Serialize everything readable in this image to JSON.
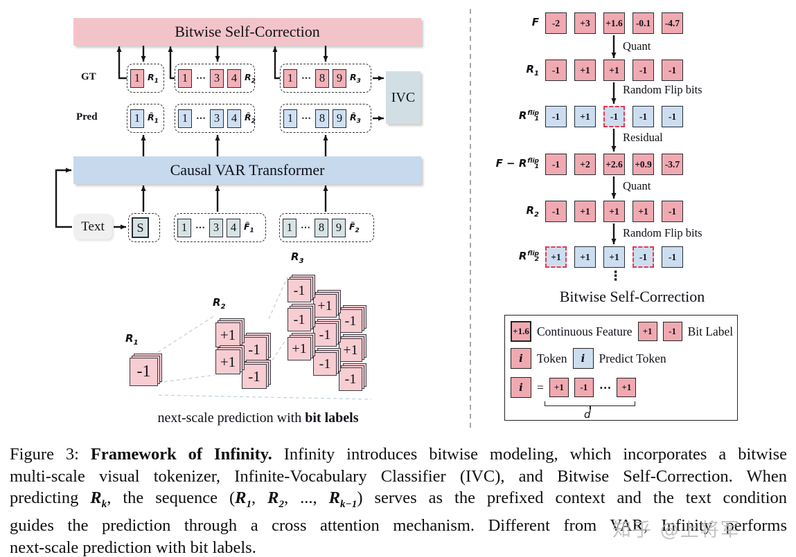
{
  "figure": {
    "left": {
      "bsc_banner": "Bitwise Self-Correction",
      "cvt_banner": "Causal VAR Transformer",
      "gt_label": "GT",
      "pred_label": "Pred",
      "ivc_label": "IVC",
      "text_label": "Text",
      "gt_groups": [
        {
          "cells": [
            "1"
          ],
          "label": "R",
          "sub": "1"
        },
        {
          "cells": [
            "1",
            "⋯",
            "3",
            "4"
          ],
          "label": "R",
          "sub": "2"
        },
        {
          "cells": [
            "1",
            "⋯",
            "8",
            "9"
          ],
          "label": "R",
          "sub": "3"
        }
      ],
      "pred_groups": [
        {
          "cells": [
            "1"
          ],
          "label": "R̂",
          "sub": "1"
        },
        {
          "cells": [
            "1",
            "⋯",
            "3",
            "4"
          ],
          "label": "R̂",
          "sub": "2"
        },
        {
          "cells": [
            "1",
            "⋯",
            "8",
            "9"
          ],
          "label": "R̂",
          "sub": "3"
        }
      ],
      "input_groups": [
        {
          "cells": [
            "S"
          ],
          "label": "",
          "sub": ""
        },
        {
          "cells": [
            "1",
            "⋯",
            "3",
            "4"
          ],
          "label": "F̃",
          "sub": "1"
        },
        {
          "cells": [
            "1",
            "⋯",
            "8",
            "9"
          ],
          "label": "F̃",
          "sub": "2"
        }
      ],
      "pyramid": {
        "scales": [
          {
            "label": "R",
            "sub": "1",
            "cols": [
              [
                "-1"
              ]
            ]
          },
          {
            "label": "R",
            "sub": "2",
            "cols": [
              [
                "+1",
                "+1"
              ],
              [
                "-1",
                "-1"
              ]
            ]
          },
          {
            "label": "R",
            "sub": "3",
            "cols": [
              [
                "-1",
                "-1",
                "+1"
              ],
              [
                "+1",
                "-1",
                "-1"
              ],
              [
                "-1",
                "+1",
                "-1"
              ]
            ]
          }
        ],
        "caption_prefix": "next-scale prediction with ",
        "caption_bold": "bit labels"
      }
    },
    "right": {
      "rows": [
        {
          "label": "F",
          "sub": "",
          "sup": "",
          "color": "pink",
          "cells": [
            {
              "v": "-2"
            },
            {
              "v": "+3"
            },
            {
              "v": "+1.6"
            },
            {
              "v": "-0.1"
            },
            {
              "v": "-4.7"
            }
          ]
        },
        {
          "label": "R",
          "sub": "1",
          "sup": "",
          "color": "pink",
          "cells": [
            {
              "v": "-1"
            },
            {
              "v": "+1"
            },
            {
              "v": "+1"
            },
            {
              "v": "-1"
            },
            {
              "v": "-1"
            }
          ]
        },
        {
          "label": "R",
          "sub": "1",
          "sup": "flip",
          "color": "blue",
          "cells": [
            {
              "v": "-1"
            },
            {
              "v": "+1"
            },
            {
              "v": "-1",
              "flip": true
            },
            {
              "v": "-1"
            },
            {
              "v": "-1"
            }
          ]
        },
        {
          "label": "F − R",
          "sub": "1",
          "sup": "flip",
          "color": "pink",
          "cells": [
            {
              "v": "-1"
            },
            {
              "v": "+2"
            },
            {
              "v": "+2.6"
            },
            {
              "v": "+0.9"
            },
            {
              "v": "-3.7"
            }
          ]
        },
        {
          "label": "R",
          "sub": "2",
          "sup": "",
          "color": "pink",
          "cells": [
            {
              "v": "-1"
            },
            {
              "v": "+1"
            },
            {
              "v": "+1"
            },
            {
              "v": "+1"
            },
            {
              "v": "-1"
            }
          ]
        },
        {
          "label": "R",
          "sub": "2",
          "sup": "flip",
          "color": "blue",
          "cells": [
            {
              "v": "+1",
              "flip": true
            },
            {
              "v": "+1"
            },
            {
              "v": "+1"
            },
            {
              "v": "-1",
              "flip": true
            },
            {
              "v": "-1"
            }
          ]
        }
      ],
      "step_labels": [
        "Quant",
        "Random Flip bits",
        "Residual",
        "Quant",
        "Random Flip bits"
      ],
      "dots": "⋮",
      "bsc_label": "Bitwise Self-Correction",
      "legend": {
        "feature_cell": "+1.6",
        "feature_label": "Continuous Feature",
        "bit_cells": [
          "+1",
          "-1"
        ],
        "bit_label": "Bit Label",
        "token_cell": "i",
        "token_label": "Token",
        "predict_cell": "i",
        "predict_label": "Predict Token",
        "expand_cell": "i",
        "equals": "=",
        "expand_bits": [
          "+1",
          "-1",
          "⋯",
          "+1"
        ],
        "dim_label": "d"
      }
    }
  },
  "caption": {
    "lines": [
      [
        {
          "t": "Figure 3: "
        },
        {
          "t": "Framework of Infinity.",
          "s": "b"
        },
        {
          "t": " Infinity introduces bitwise modeling, which incorporates a bitwise"
        }
      ],
      [
        {
          "t": "multi-scale visual tokenizer, Infinite-Vocabulary Classifier (IVC), and Bitwise Self-Correction. When"
        }
      ],
      [
        {
          "t": "predicting "
        },
        {
          "t": "R",
          "s": "m"
        },
        {
          "t": "k",
          "s": "msub"
        },
        {
          "t": ", the sequence ("
        },
        {
          "t": "R",
          "s": "m"
        },
        {
          "t": "1",
          "s": "msub"
        },
        {
          "t": ", "
        },
        {
          "t": "R",
          "s": "m"
        },
        {
          "t": "2",
          "s": "msub"
        },
        {
          "t": ", ..., "
        },
        {
          "t": "R",
          "s": "m"
        },
        {
          "t": "k−1",
          "s": "msub"
        },
        {
          "t": ") serves as the prefixed context and the text condition"
        }
      ],
      [
        {
          "t": "guides the prediction through a cross attention mechanism. Different from VAR, Infinity performs"
        }
      ],
      [
        {
          "t": "next-scale prediction with bit labels."
        }
      ]
    ]
  },
  "watermark": "知乎 @上将军",
  "colors": {
    "pink_banner": "#f2c4c9",
    "blue_banner": "#c6d9ed",
    "pink_cell": "#f3b1b8",
    "deep_pink_cell": "#f0a9b1",
    "blue_cell": "#cdddf0",
    "input_cell": "#d6e2e4",
    "ivc_box": "#d1dfe4",
    "flip_border": "#e53950",
    "pyramid_tile": "#f7cdd2"
  }
}
